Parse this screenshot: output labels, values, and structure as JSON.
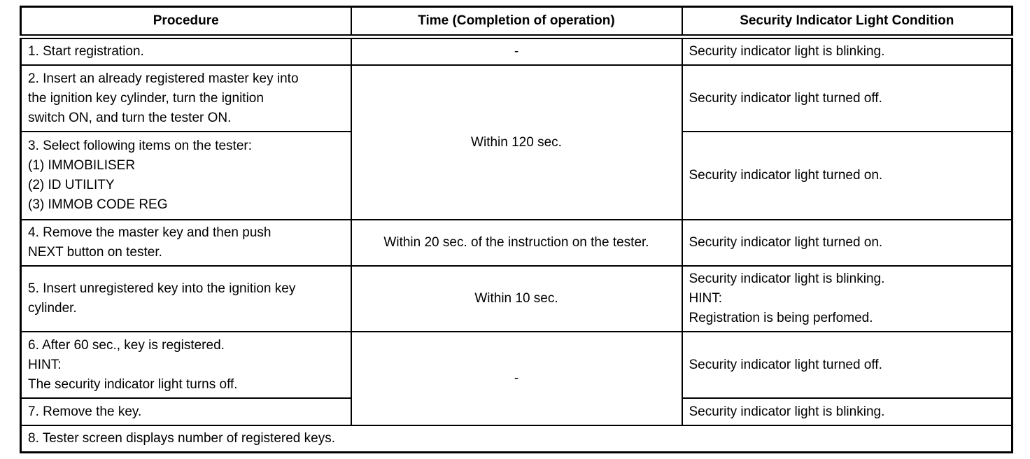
{
  "table": {
    "columns": [
      "Procedure",
      "Time (Completion of operation)",
      "Security Indicator Light Condition"
    ],
    "rows": [
      {
        "procedure": "1. Start registration.",
        "time": "-",
        "condition": "Security indicator light is blinking."
      },
      {
        "procedure": "2. Insert an already registered master key into\nthe ignition key cylinder, turn the ignition\nswitch ON, and turn the tester ON.",
        "time": "Within 120 sec.",
        "condition": "Security indicator light turned off."
      },
      {
        "procedure": "3. Select following items on the tester:\n(1) IMMOBILISER\n(2) ID UTILITY\n(3) IMMOB CODE REG",
        "condition": "Security indicator light turned on."
      },
      {
        "procedure": "4. Remove the master key and then push\nNEXT button on tester.",
        "time": "Within 20 sec. of the instruction on the tester.",
        "condition": "Security indicator light turned on."
      },
      {
        "procedure": "5. Insert unregistered key into the ignition key\ncylinder.",
        "time": "Within 10 sec.",
        "condition": "Security indicator light is blinking.\nHINT:\nRegistration is being perfomed."
      },
      {
        "procedure": "6. After 60 sec., key is registered.\nHINT:\nThe security indicator light turns off.",
        "time": "-",
        "condition": "Security indicator light turned off."
      },
      {
        "procedure": "7. Remove the key.",
        "condition": "Security indicator light is blinking."
      },
      {
        "procedure": "8. Tester screen displays number of registered keys."
      }
    ]
  }
}
